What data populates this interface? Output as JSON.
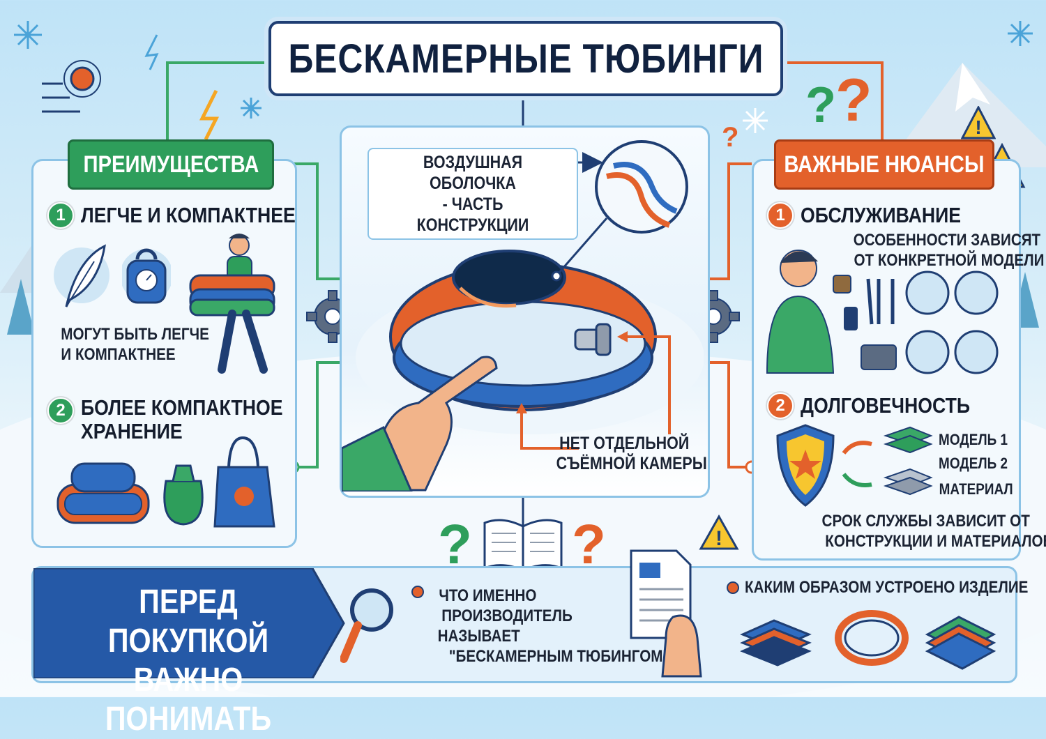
{
  "title": "БЕСКАМЕРНЫЕ ТЮБИНГИ",
  "advantages": {
    "tag": "ПРЕИМУЩЕСТВА",
    "item1": {
      "number": "1",
      "heading": "ЛЕГЧЕ И КОМПАКТНЕЕ",
      "text_line1": "МОГУТ БЫТЬ ЛЕГЧЕ",
      "text_line2": "И КОМПАКТНЕЕ"
    },
    "item2": {
      "number": "2",
      "heading_line1": "БОЛЕЕ КОМПАКТНОЕ",
      "heading_line2": "ХРАНЕНИЕ"
    }
  },
  "center": {
    "callout_top_line1": "ВОЗДУШНАЯ ОБОЛОЧКА",
    "callout_top_line2": "- ЧАСТЬ КОНСТРУКЦИИ",
    "callout_bottom_line1": "НЕТ ОТДЕЛЬНОЙ",
    "callout_bottom_line2": "СЪЁМНОЙ КАМЕРЫ"
  },
  "nuances": {
    "tag": "ВАЖНЫЕ НЮАНСЫ",
    "item1": {
      "number": "1",
      "heading": "ОБСЛУЖИВАНИЕ",
      "text_line1": "ОСОБЕННОСТИ ЗАВИСЯТ",
      "text_line2": "ОТ КОНКРЕТНОЙ МОДЕЛИ"
    },
    "item2": {
      "number": "2",
      "heading": "ДОЛГОВЕЧНОСТЬ",
      "layers": [
        "МОДЕЛЬ 1",
        "МОДЕЛЬ 2",
        "МАТЕРИАЛ"
      ],
      "text_line1": "СРОК СЛУЖБЫ ЗАВИСИТ ОТ",
      "text_line2": "КОНСТРУКЦИИ И МАТЕРИАЛОВ"
    }
  },
  "bottom": {
    "banner_line1": "ПЕРЕД ПОКУПКОЙ",
    "banner_line2": "ВАЖНО ПОНИМАТЬ",
    "point1_line1": "ЧТО ИМЕННО",
    "point1_line2": "ПРОИЗВОДИТЕЛЬ",
    "point1_line3": "НАЗЫВАЕТ",
    "point1_line4": "\"БЕСКАМЕРНЫМ ТЮБИНГОМ\"",
    "point2": "КАКИМ ОБРАЗОМ УСТРОЕНО ИЗДЕЛИЕ"
  },
  "colors": {
    "green": "#2e9e5b",
    "orange": "#e3612b",
    "navy": "#1f3e73",
    "blue": "#2f6cc0"
  }
}
